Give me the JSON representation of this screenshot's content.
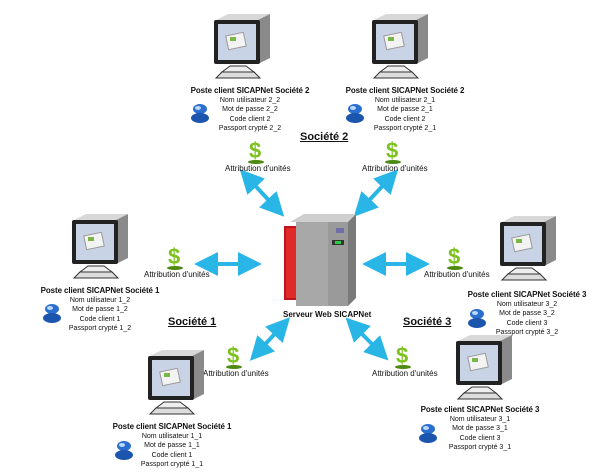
{
  "server": {
    "label": "Serveur Web SICAPNet",
    "icon": "server-tower-icon"
  },
  "groups": [
    {
      "label": "Société 1"
    },
    {
      "label": "Société 2"
    },
    {
      "label": "Société 3"
    }
  ],
  "allocation_label": "Attribution d'unités",
  "clients": [
    {
      "id": "s2-left",
      "title": "Poste client SICAPNet Société 2",
      "lines": [
        "Nom utilisateur 2_2",
        "Mot de passe 2_2",
        "Code client 2",
        "Passport crypté 2_2"
      ]
    },
    {
      "id": "s2-right",
      "title": "Poste client SICAPNet Société 2",
      "lines": [
        "Nom utilisateur 2_1",
        "Mot de passe 2_1",
        "Code client 2",
        "Passport crypté 2_1"
      ]
    },
    {
      "id": "s1-top",
      "title": "Poste client SICAPNet Société 1",
      "lines": [
        "Nom utilisateur 1_2",
        "Mot de passe 1_2",
        "Code client 1",
        "Passport crypté 1_2"
      ]
    },
    {
      "id": "s3-top",
      "title": "Poste client SICAPNet Société 3",
      "lines": [
        "Nom utilisateur 3_2",
        "Mot de passe 3_2",
        "Code client 3",
        "Passport crypté 3_2"
      ]
    },
    {
      "id": "s1-bottom",
      "title": "Poste client SICAPNet Société 1",
      "lines": [
        "Nom utilisateur 1_1",
        "Mot de passe 1_1",
        "Code client 1",
        "Passport crypté 1_1"
      ]
    },
    {
      "id": "s3-bottom",
      "title": "Poste client SICAPNet Société 3",
      "lines": [
        "Nom utilisateur 3_1",
        "Mot de passe 3_1",
        "Code client 3",
        "Passport crypté 3_1"
      ]
    }
  ],
  "colors": {
    "arrow": "#29b6e6",
    "server_red": "#c0141c",
    "server_gray": "#9a9a9a",
    "dollar_green": "#7cc21e",
    "user_blue": "#2a6fcf"
  }
}
